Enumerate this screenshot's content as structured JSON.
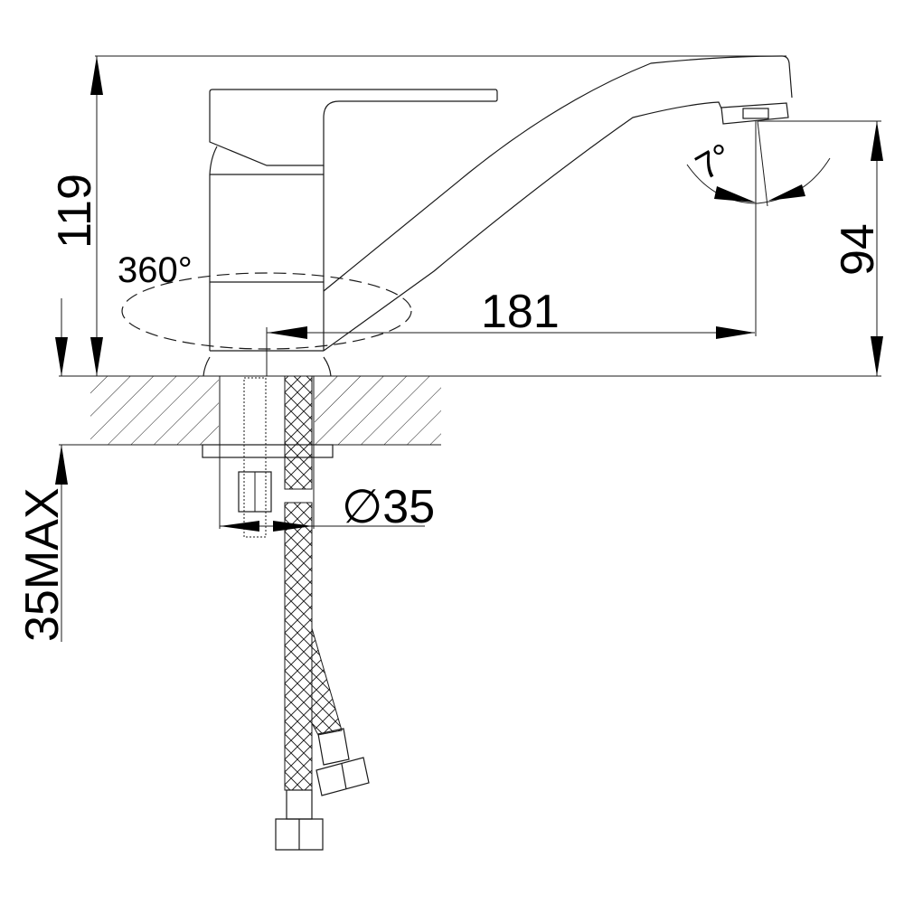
{
  "drawing": {
    "subject": "Single-lever kitchen faucet, side view technical drawing",
    "dimensions": {
      "total_height": "119",
      "spout_height": "94",
      "spout_reach": "181",
      "rotation": "360°",
      "tilt_angle": "7°",
      "hole_diameter": "∅35",
      "countertop_max": "35MAX"
    },
    "colors": {
      "line": "#1a1a1a",
      "background": "#ffffff"
    }
  }
}
